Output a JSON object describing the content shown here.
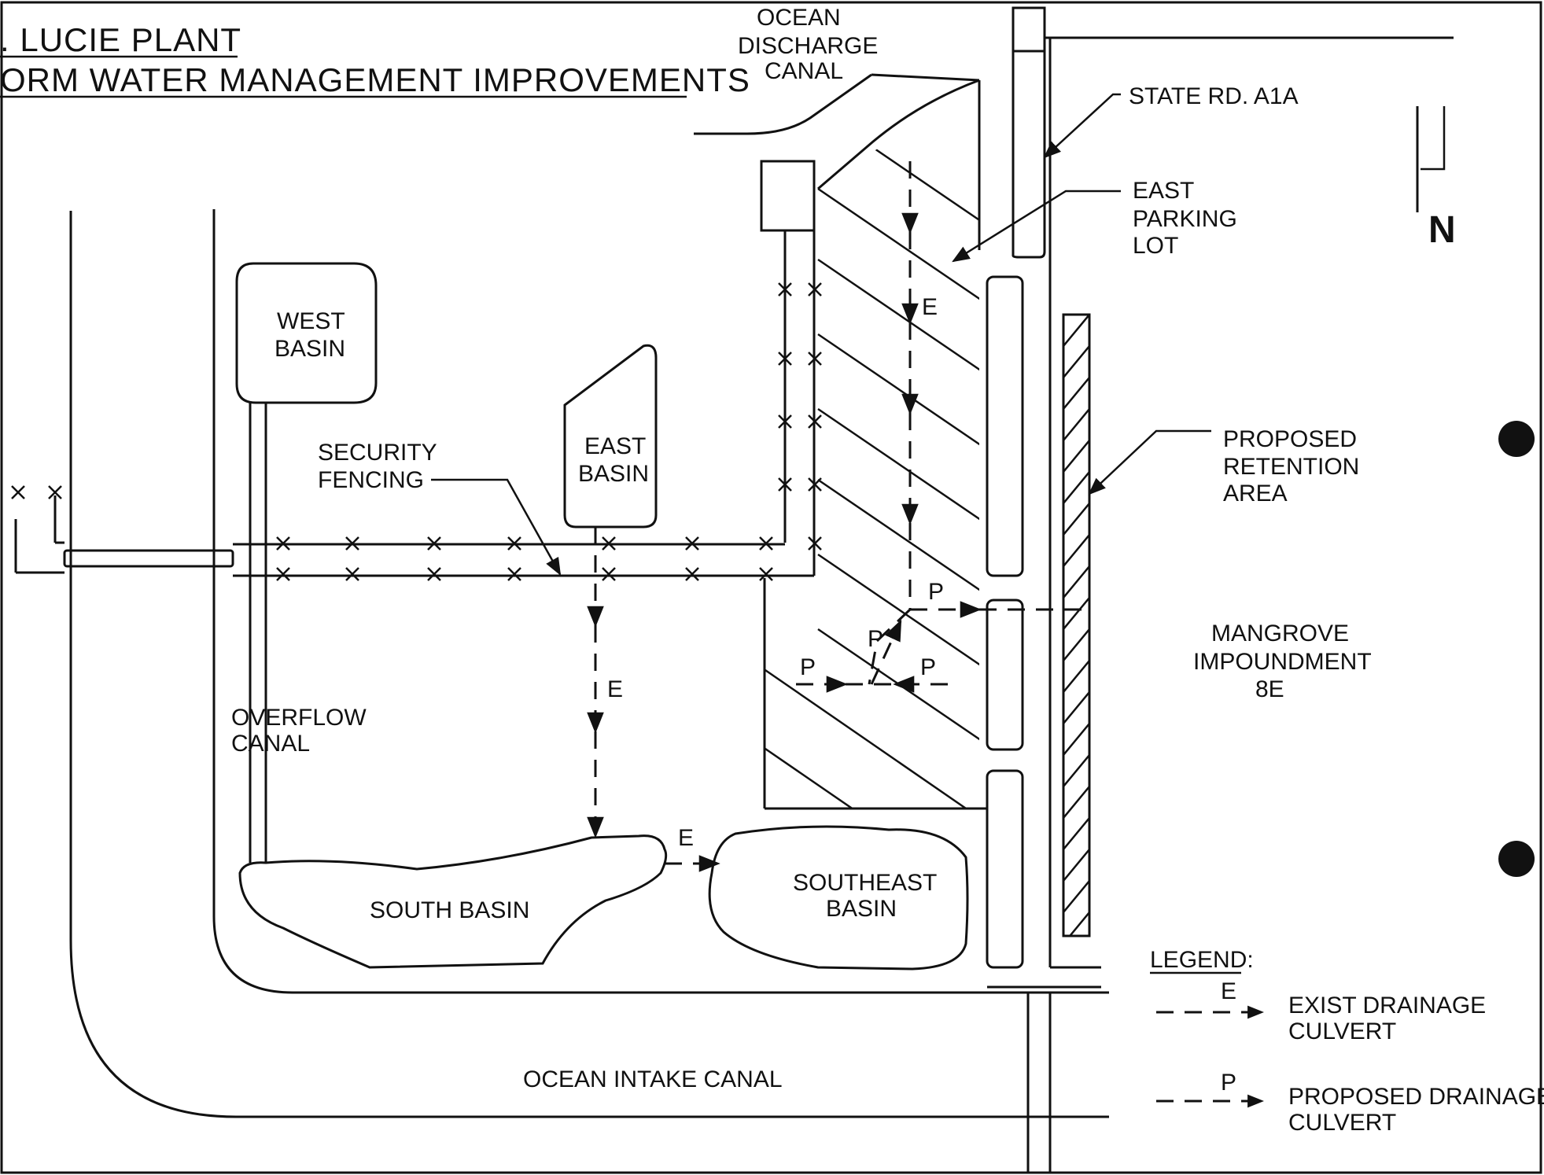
{
  "title": {
    "line1": ". LUCIE PLANT",
    "line2": "ORM WATER MANAGEMENT IMPROVEMENTS"
  },
  "labels": {
    "ocean_discharge_1": "OCEAN",
    "ocean_discharge_2": "DISCHARGE",
    "ocean_discharge_3": "CANAL",
    "state_rd": "STATE RD. A1A",
    "east_parking_1": "EAST",
    "east_parking_2": "PARKING",
    "east_parking_3": "LOT",
    "north": "N",
    "west_basin_1": "WEST",
    "west_basin_2": "BASIN",
    "east_basin_1": "EAST",
    "east_basin_2": "BASIN",
    "security_1": "SECURITY",
    "security_2": "FENCING",
    "retention_1": "PROPOSED",
    "retention_2": "RETENTION",
    "retention_3": "AREA",
    "mangrove_1": "MANGROVE",
    "mangrove_2": "IMPOUNDMENT",
    "mangrove_3": "8E",
    "overflow_1": "OVERFLOW",
    "overflow_2": "CANAL",
    "south_basin": "SOUTH BASIN",
    "southeast_1": "SOUTHEAST",
    "southeast_2": "BASIN",
    "ocean_intake": "OCEAN INTAKE CANAL",
    "culvert_e": "E",
    "culvert_p": "P"
  },
  "legend": {
    "title": "LEGEND:",
    "exist_code": "E",
    "exist_1": "EXIST DRAINAGE",
    "exist_2": "CULVERT",
    "proposed_code": "P",
    "proposed_1": "PROPOSED DRAINAGE",
    "proposed_2": "CULVERT"
  }
}
